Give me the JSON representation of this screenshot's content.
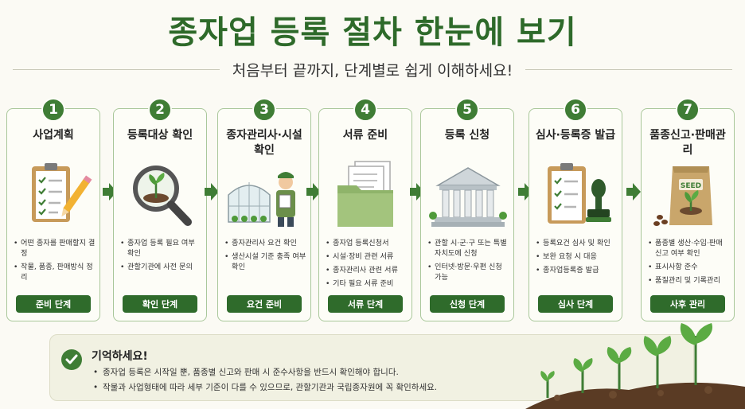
{
  "title": "종자업 등록 절차 한눈에 보기",
  "subtitle": "처음부터 끝까지, 단계별로 쉽게 이해하세요!",
  "steps": [
    {
      "num": "1",
      "title": "사업계획",
      "bullets": [
        "어떤 종자를 판매할지 결정",
        "작물, 품종, 판매방식 정리"
      ],
      "badge": "준비 단계",
      "icon": "clipboard-pencil-icon"
    },
    {
      "num": "2",
      "title": "등록대상 확인",
      "bullets": [
        "종자업 등록 필요 여부 확인",
        "관할기관에 사전 문의"
      ],
      "badge": "확인 단계",
      "icon": "magnifier-seedling-icon"
    },
    {
      "num": "3",
      "title": "종자관리사·시설 확인",
      "bullets": [
        "종자관리사 요건 확인",
        "생산시설 기준 충족 여부 확인"
      ],
      "badge": "요건 준비",
      "icon": "greenhouse-manager-icon"
    },
    {
      "num": "4",
      "title": "서류 준비",
      "bullets": [
        "종자업 등록신청서",
        "시설·장비 관련 서류",
        "종자관리사 관련 서류",
        "기타 필요 서류 준비"
      ],
      "badge": "서류 단계",
      "icon": "document-folder-icon"
    },
    {
      "num": "5",
      "title": "등록 신청",
      "bullets": [
        "관할 시·군·구 또는 특별자치도에 신청",
        "인터넷·방문·우편 신청 가능"
      ],
      "badge": "신청 단계",
      "icon": "government-building-icon"
    },
    {
      "num": "6",
      "title": "심사·등록증 발급",
      "bullets": [
        "등록요건 심사 및 확인",
        "보완 요청 시 대응",
        "종자업등록증 발급"
      ],
      "badge": "심사 단계",
      "icon": "clipboard-stamp-icon"
    },
    {
      "num": "7",
      "title": "품종신고·판매관리",
      "bullets": [
        "품종별 생산·수입·판매 신고 여부 확인",
        "표시사항 준수",
        "품질관리 및 기록관리"
      ],
      "badge": "사후 관리",
      "icon": "seed-bag-icon"
    }
  ],
  "remember": {
    "title": "기억하세요!",
    "items": [
      "종자업 등록은 시작일 뿐, 품종별 신고와 판매 시 준수사항을 반드시 확인해야 합니다.",
      "작물과 사업형태에 따라 세부 기준이 다를 수 있으므로, 관할기관과 국립종자원에 꼭 확인하세요."
    ]
  },
  "seed_label": "SEED",
  "colors": {
    "accent": "#2f6b2b",
    "card_border": "#a9c79a",
    "background": "#fbfaf4"
  }
}
